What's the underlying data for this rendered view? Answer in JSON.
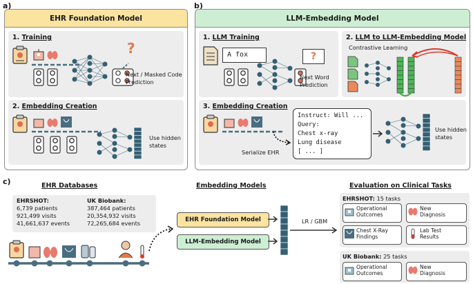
{
  "labels": {
    "a": "a)",
    "b": "b)",
    "c": "c)"
  },
  "panel_a": {
    "title": "EHR Foundation Model",
    "header_color": "#fbe3a0",
    "training": {
      "num": "1.",
      "title": "Training",
      "caption_line1": "Next / Masked Code",
      "caption_line2": "Prediction",
      "question_mark": "?"
    },
    "embedding": {
      "num": "2.",
      "title": "Embedding Creation",
      "caption_line1": "Use hidden",
      "caption_line2": "states"
    }
  },
  "panel_b": {
    "title": "LLM-Embedding Model",
    "header_color": "#cdeed3",
    "llm_training": {
      "num": "1.",
      "title": "LLM Training",
      "box_text": "A fox",
      "question_mark": "?",
      "caption_line1": "Next Word",
      "caption_line2": "Prediction"
    },
    "llm_to_emb": {
      "num": "2.",
      "title": "LLM to LLM-Embedding Model",
      "subtitle": "Contrastive Learning"
    },
    "embedding": {
      "num": "3.",
      "title": "Embedding Creation",
      "serialize_label": "Serialize EHR",
      "instruct_lines": [
        "Instruct: Will ...",
        "Query:",
        "Chest x-ray",
        "Lung disease",
        "[ ... ]"
      ],
      "caption_line1": "Use hidden",
      "caption_line2": "states"
    }
  },
  "panel_c": {
    "databases_title": "EHR Databases",
    "ehrshot": {
      "name": "EHRSHOT:",
      "lines": [
        "6,739 patients",
        "921,499 visits",
        "41,661,637 events"
      ]
    },
    "ukb": {
      "name": "UK Biobank:",
      "lines": [
        "387,464 patients",
        "20,354,932 visits",
        "72,265,684 events"
      ]
    },
    "models_title": "Embedding Models",
    "model_ehr": "EHR Foundation Model",
    "model_llm": "LLM-Embedding Model",
    "lr_label": "LR / GBM",
    "eval_title": "Evaluation on Clinical Tasks",
    "eval_ehrshot": {
      "name": "EHRSHOT:",
      "count": "15 tasks"
    },
    "eval_ukb": {
      "name": "UK Biobank:",
      "count": "25 tasks"
    },
    "tasks": {
      "op1": "Operational",
      "op2": "Outcomes",
      "nd1": "New",
      "nd2": "Diagnosis",
      "cx1": "Chest X-Ray",
      "cx2": "Findings",
      "lt1": "Lab Test",
      "lt2": "Results"
    }
  },
  "colors": {
    "foundation": "#fbe3a0",
    "llm": "#cdeed3",
    "embedding": "#355f73",
    "arrow_red": "#d93a2b",
    "green": "#3daa4a",
    "orange": "#e88a5c"
  }
}
